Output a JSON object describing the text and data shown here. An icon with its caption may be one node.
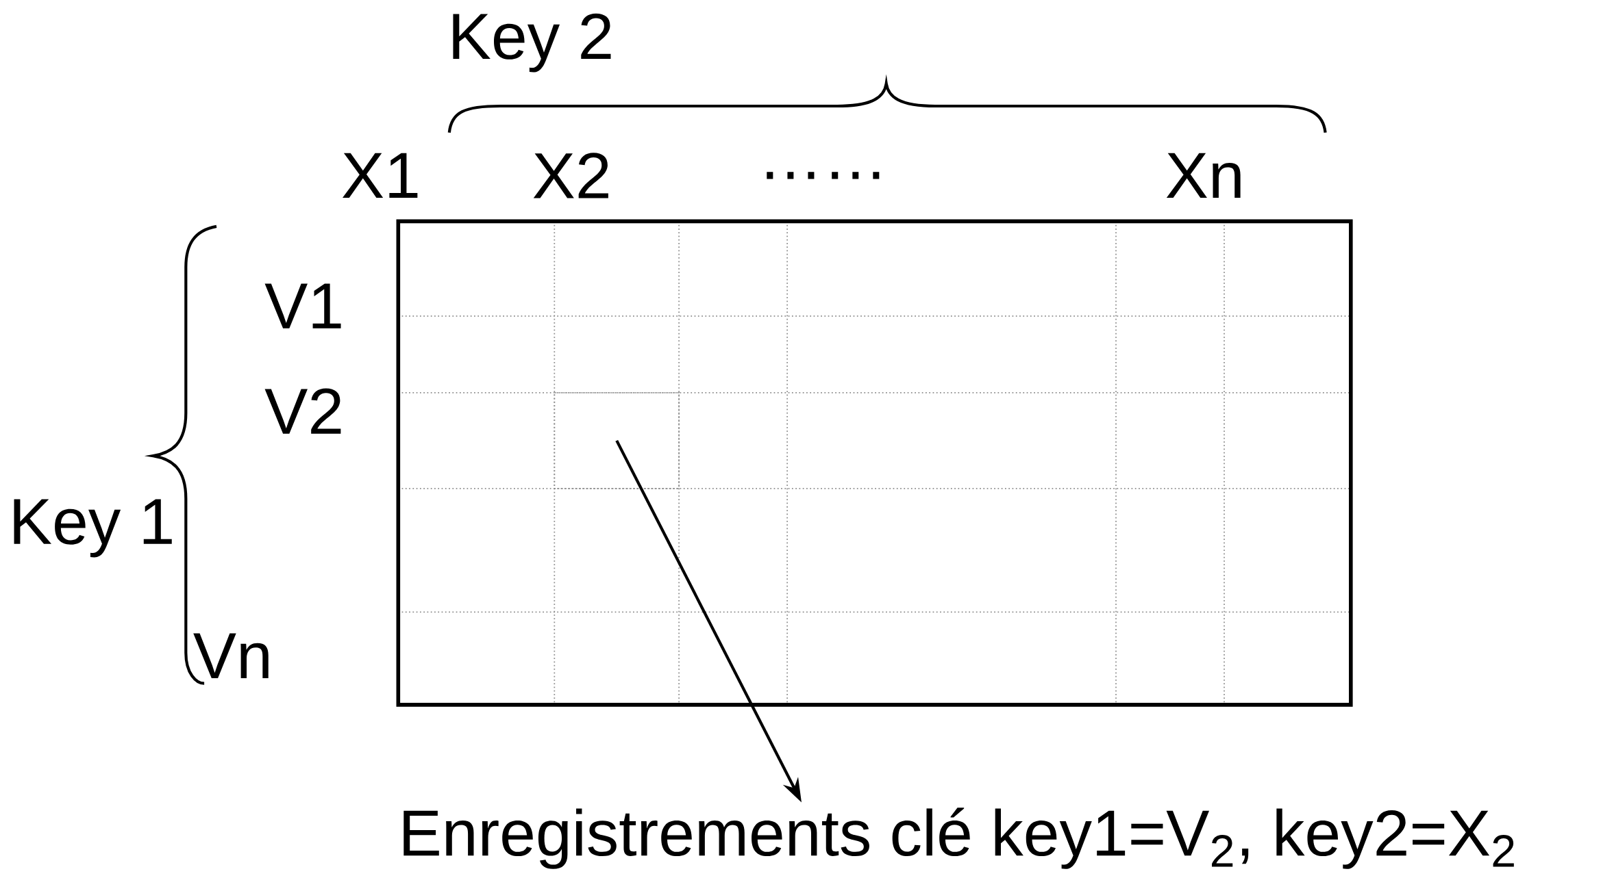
{
  "diagram": {
    "nodes": [
      {
        "text": [],
        "shape": "box"
      },
      {
        "text": [
          "Enregistrements clé key1=V$_{2}$, key2=X$_{2}$"
        ]
      }
    ],
    "edges": [
      {
        "from": 0,
        "to": 1,
        "arrow": "to"
      }
    ],
    "labels": [
      "Key 2",
      "X1",
      "X2",
      "……",
      "Xn",
      "V1",
      "V2",
      "Key 1",
      "Vn"
    ]
  }
}
